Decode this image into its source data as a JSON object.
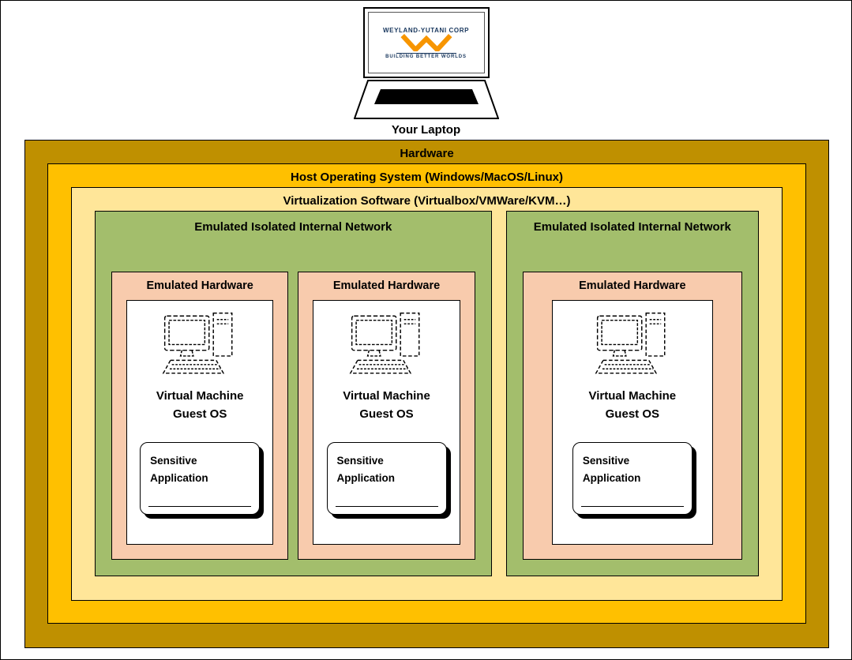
{
  "laptop": {
    "label": "Your Laptop",
    "logo_company": "WEYLAND-YUTANI CORP",
    "logo_tagline": "BUILDING BETTER WORLDS"
  },
  "layers": {
    "hardware_label": "Hardware",
    "host_os_label": "Host Operating System (Windows/MacOS/Linux)",
    "virtualization_label": "Virtualization Software (Virtualbox/VMWare/KVM…)"
  },
  "networks": [
    {
      "label": "Emulated Isolated Internal Network",
      "machines": [
        {
          "hardware_label": "Emulated Hardware",
          "vm_label": "Virtual Machine Guest OS",
          "app_label": "Sensitive Application"
        },
        {
          "hardware_label": "Emulated Hardware",
          "vm_label": "Virtual Machine Guest OS",
          "app_label": "Sensitive Application"
        }
      ]
    },
    {
      "label": "Emulated Isolated Internal Network",
      "machines": [
        {
          "hardware_label": "Emulated Hardware",
          "vm_label": "Virtual Machine Guest OS",
          "app_label": "Sensitive Application"
        }
      ]
    }
  ],
  "colors": {
    "hardware": "#BF9000",
    "host_os": "#FFC000",
    "virtualization": "#FFE699",
    "network": "#A3BE6C",
    "emulated_hardware": "#F8CBAD",
    "logo_orange": "#F79500",
    "logo_navy": "#17365D"
  }
}
